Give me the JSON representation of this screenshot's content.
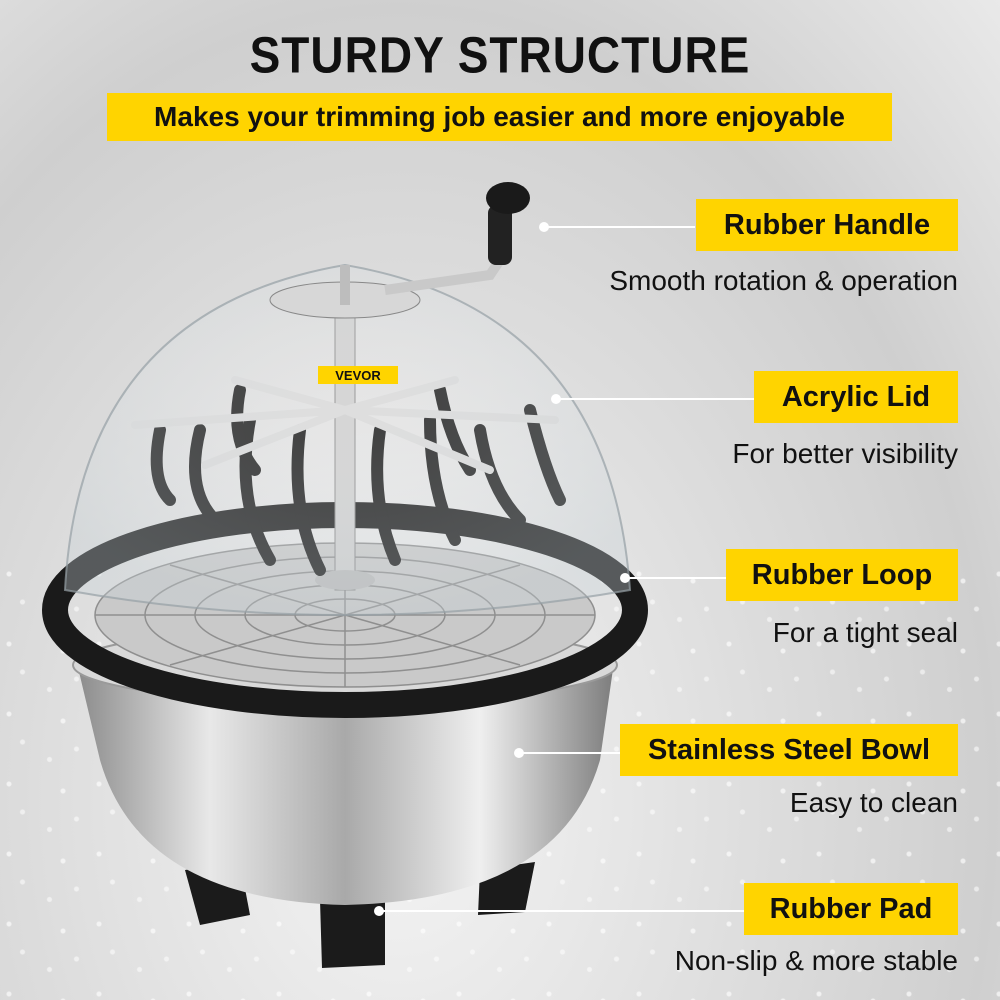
{
  "header": {
    "title": "STURDY STRUCTURE",
    "subtitle": "Makes your trimming job easier and more enjoyable"
  },
  "product": {
    "brand_label": "VEVOR"
  },
  "features": [
    {
      "label": "Rubber Handle",
      "description": "Smooth rotation & operation"
    },
    {
      "label": "Acrylic Lid",
      "description": "For better visibility"
    },
    {
      "label": "Rubber Loop",
      "description": "For a tight seal"
    },
    {
      "label": "Stainless Steel Bowl",
      "description": "Easy to clean"
    },
    {
      "label": "Rubber Pad",
      "description": "Non-slip & more stable"
    }
  ],
  "colors": {
    "accent": "#ffd400",
    "text": "#111111"
  }
}
